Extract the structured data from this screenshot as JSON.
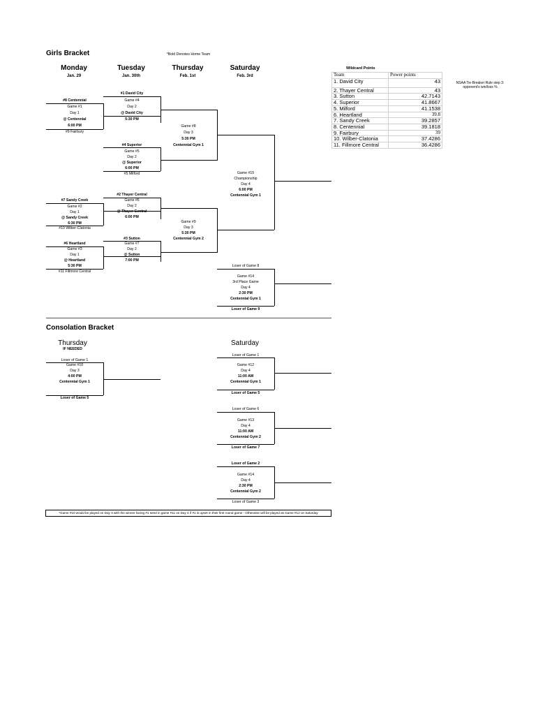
{
  "bracket": {
    "title": "Girls Bracket",
    "bold_note": "*Bold Denotes Home Team",
    "days": [
      {
        "day": "Monday",
        "date": "Jan. 29"
      },
      {
        "day": "Tuesday",
        "date": "Jan. 30th"
      },
      {
        "day": "Thursday",
        "date": "Feb. 1st"
      },
      {
        "day": "Saturday",
        "date": "Feb. 3rd"
      }
    ],
    "g1": {
      "team_top": "#8 Centennial",
      "game": "Game #1",
      "day": "Day 1",
      "site": "@ Centennial",
      "time": "6:00 PM",
      "team_bottom": "#9 Fairbury"
    },
    "g2": {
      "team_top": "#7 Sandy Creek",
      "game": "Game #2",
      "day": "Day 1",
      "site": "@ Sandy Creek",
      "time": "6:30 PM",
      "team_bottom": "#10 Wilber-Clatonia"
    },
    "g3": {
      "team_top": "#6 Heartland",
      "game": "Game #3",
      "day": "Day 1",
      "site": "@ Heartland",
      "time": "5:30 PM",
      "team_bottom": "#11 Fillmore Central"
    },
    "g4": {
      "team_top": "#1 David City",
      "game": "Game #4",
      "day": "Day 2",
      "site": "@ David City",
      "time": "5:30 PM"
    },
    "g5": {
      "team_top": "#4 Superior",
      "game": "Game #5",
      "day": "Day 2",
      "site": "@ Superior",
      "time": "6:00 PM",
      "team_bottom": "#5 Milford"
    },
    "g6": {
      "team_top": "#2 Thayer Central",
      "game": "Game #6",
      "day": "Day 2",
      "site": "@ Thayer Central",
      "time": "6:00 PM"
    },
    "g7": {
      "team_top": "#3 Sutton",
      "game": "Game #7",
      "day": "Day 2",
      "site": "@ Sutton",
      "time": "7:00 PM"
    },
    "g8": {
      "game": "Game #8",
      "day": "Day 3",
      "time": "5:30 PM",
      "site": "Centennial Gym 1"
    },
    "g9": {
      "game": "Game #9",
      "day": "Day 3",
      "time": "5:30 PM",
      "site": "Centennial Gym 2"
    },
    "g15": {
      "game": "Game #15",
      "name": "Championship",
      "day": "Day 4",
      "time": "6:00 PM",
      "site": "Centennial Gym 1"
    },
    "g14a": {
      "top": "Loser of Game 8",
      "game": "Game #14",
      "name": "3rd Place Game",
      "day": "Day 4",
      "time": "2:30 PM",
      "site": "Centennial Gym 1",
      "bottom": "Loser of Game 9"
    }
  },
  "wildcard": {
    "title": "Wildcard Points",
    "headers": [
      "Team",
      "Power points"
    ],
    "rows": [
      {
        "team": "1. David City",
        "points": "43"
      },
      {
        "team": "2. Thayer Central",
        "points": "43"
      },
      {
        "team": "3. Sutton",
        "points": "42.7143"
      },
      {
        "team": "4. Superior",
        "points": "41.8667"
      },
      {
        "team": "5. Milford",
        "points": "41.1538"
      },
      {
        "team": "6. Heartland",
        "points": "39.8"
      },
      {
        "team": "7. Sandy Creek",
        "points": "39.2857"
      },
      {
        "team": "8. Centennial",
        "points": "39.1818"
      },
      {
        "team": "9. Fairbury",
        "points": "39"
      },
      {
        "team": "10. Wilber-Clatonia",
        "points": "37.4286"
      },
      {
        "team": "11. Fillmore Central",
        "points": "36.4286"
      }
    ],
    "tiebreak_line1": "NSAA Tie-Breaker Rule step 3:",
    "tiebreak_line2": "opponent's win/loss %"
  },
  "consolation": {
    "title": "Consolation Bracket",
    "thursday": {
      "day": "Thursday",
      "sub": "IF NEEDED"
    },
    "saturday": {
      "day": "Saturday"
    },
    "g10": {
      "top": "Loser of Game 1",
      "game": "Game #10",
      "day": "Day 3",
      "time": "4:00 PM",
      "site": "Centennial Gym 1",
      "bottom": "Loser of Game 5"
    },
    "g12": {
      "top": "Loser of Game 1",
      "game": "Game #12",
      "day": "Day 4",
      "time": "11:00 AM",
      "site": "Centennial Gym 1",
      "bottom": "Loser of Game 5"
    },
    "g13": {
      "top": "Loser of Game 6",
      "game": "Game #13",
      "day": "Day 4",
      "time": "11:00 AM",
      "site": "Centennial Gym 2",
      "bottom": "Loser of Game 7"
    },
    "g14b": {
      "top": "Loser of Game 2",
      "game": "Game #14",
      "day": "Day 4",
      "time": "2:30 PM",
      "site": "Centennial Gym 2",
      "bottom": "Loser of Game 3"
    }
  },
  "footnote": "*Game #10 would be played on Day 3 with the winner facing #1 seed in game #11 on Day 4 if #1 is upset in their first round game - Otherwise will be played as Game #12 on Saturday"
}
